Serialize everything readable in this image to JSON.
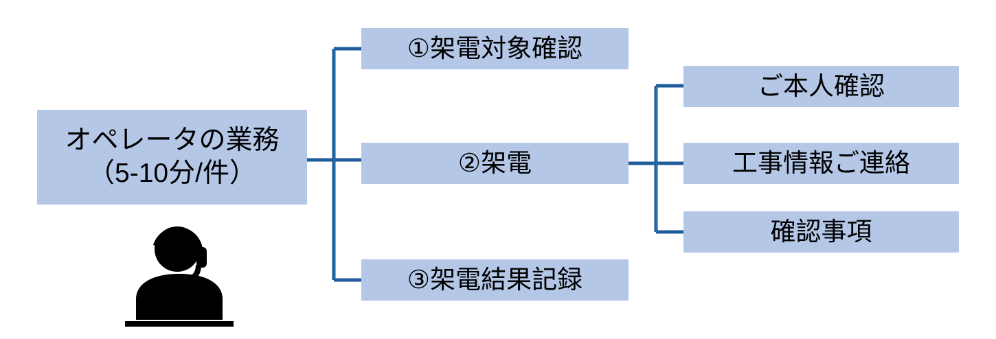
{
  "diagram": {
    "type": "tree",
    "orientation": "left-to-right",
    "root": {
      "label": "オペレータの業務\n（5-10分/件）",
      "line1": "オペレータの業務",
      "line2": "（5-10分/件）",
      "duration_min": 5,
      "duration_max": 10,
      "duration_unit": "分/件"
    },
    "level1": [
      {
        "label": "①架電対象確認",
        "index": "①",
        "text": "架電対象確認"
      },
      {
        "label": "②架電",
        "index": "②",
        "text": "架電"
      },
      {
        "label": "③架電結果記録",
        "index": "③",
        "text": "架電結果記録"
      }
    ],
    "level2_parent": "②架電",
    "level2": [
      {
        "label": "ご本人確認"
      },
      {
        "label": "工事情報ご連絡"
      },
      {
        "label": "確認事項"
      }
    ],
    "icon": {
      "name": "operator-headset-icon",
      "description": "オペレータ"
    },
    "colors": {
      "node_fill": "#b4c7e7",
      "connector": "#1f5c99",
      "connector_highlight": "#2e75b6",
      "text": "#000000",
      "icon": "#000000",
      "background": "#ffffff"
    }
  }
}
